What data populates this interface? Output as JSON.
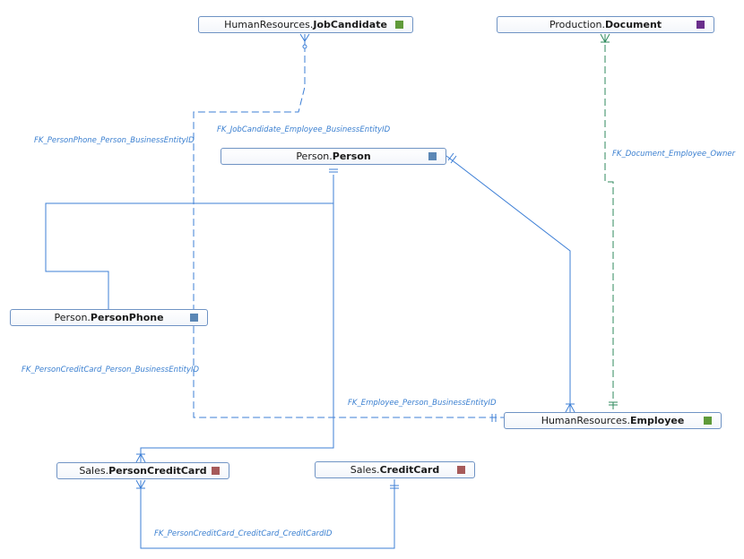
{
  "entities": {
    "job_candidate": {
      "schema": "HumanResources.",
      "table": "JobCandidate",
      "color": "#5f9a3a"
    },
    "document": {
      "schema": "Production.",
      "table": "Document",
      "color": "#6a2e8c"
    },
    "person": {
      "schema": "Person.",
      "table": "Person",
      "color": "#5b87b5"
    },
    "person_phone": {
      "schema": "Person.",
      "table": "PersonPhone",
      "color": "#5b87b5"
    },
    "employee": {
      "schema": "HumanResources.",
      "table": "Employee",
      "color": "#5f9a3a"
    },
    "person_credit_card": {
      "schema": "Sales.",
      "table": "PersonCreditCard",
      "color": "#a65a5a"
    },
    "credit_card": {
      "schema": "Sales.",
      "table": "CreditCard",
      "color": "#a65a5a"
    }
  },
  "relationships": {
    "phone_person": "FK_PersonPhone_Person_BusinessEntityID",
    "candidate_employee": "FK_JobCandidate_Employee_BusinessEntityID",
    "document_employee": "FK_Document_Employee_Owner",
    "creditcard_person": "FK_PersonCreditCard_Person_BusinessEntityID",
    "employee_person": "FK_Employee_Person_BusinessEntityID",
    "creditcard_creditcard": "FK_PersonCreditCard_CreditCard_CreditCardID"
  },
  "colors": {
    "line_blue": "#3d7fd6",
    "line_green": "#2f8a5c",
    "label_blue": "#3a7fd0"
  }
}
